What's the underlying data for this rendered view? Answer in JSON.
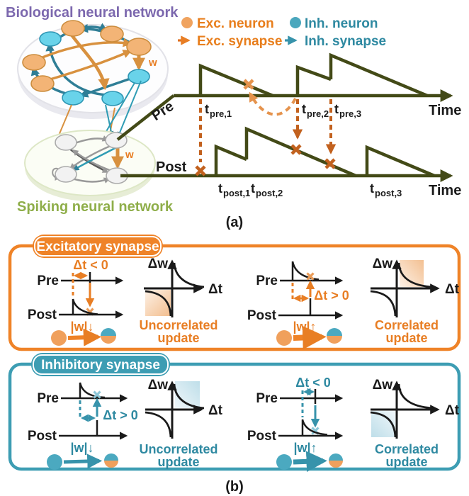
{
  "figure": {
    "panel_a_caption": "(a)",
    "panel_b_caption": "(b)"
  },
  "bio_network": {
    "title": "Biological neural network",
    "weight_label": "w"
  },
  "snn_network": {
    "title": "Spiking neural network",
    "weight_label": "w"
  },
  "legend": {
    "exc_neuron": "Exc. neuron",
    "inh_neuron": "Inh. neuron",
    "exc_synapse": "Exc. synapse",
    "inh_synapse": "Inh. synapse"
  },
  "spike_train": {
    "pre_label": "Pre",
    "post_label": "Post",
    "time_label": "Time",
    "t": "t",
    "pre_subs": [
      "pre,1",
      "pre,2",
      "pre,3"
    ],
    "post_subs": [
      "post,1",
      "post,2",
      "post,3"
    ]
  },
  "stdp": {
    "axis_w": "Δw",
    "axis_t": "Δt",
    "uncorrelated_line1": "Uncorrelated",
    "uncorrelated_line2": "update",
    "correlated_line1": "Correlated",
    "correlated_line2": "update",
    "excitatory": {
      "title": "Excitatory synapse",
      "dt_negative": "Δt < 0",
      "dt_positive": "Δt > 0",
      "weight_down": "|w|↓",
      "weight_up": "|w|↑"
    },
    "inhibitory": {
      "title": "Inhibitory synapse",
      "dt_negative": "Δt < 0",
      "dt_positive": "Δt > 0",
      "weight_down": "|w|↓",
      "weight_up": "|w|↑"
    }
  },
  "colors": {
    "excitatory_orange": "#E87E24",
    "inhibitory_teal": "#3793AB",
    "spike_olive": "#434A17",
    "bio_title_purple": "#7C68AE",
    "snn_title_green": "#8FAE4A",
    "dashed_dark_orange": "#C2611E"
  }
}
